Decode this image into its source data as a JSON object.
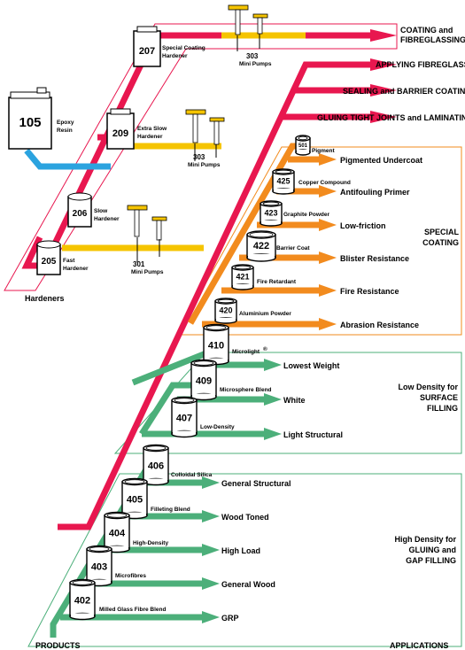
{
  "colors": {
    "red": "#e8174f",
    "yellow": "#f5c400",
    "blue": "#2ba3df",
    "orange": "#f28b1e",
    "green": "#4caf7a"
  },
  "footer": {
    "products": "PRODUCTS",
    "applications": "APPLICATIONS"
  },
  "hardeners_label": "Hardeners",
  "resin": {
    "num": "105",
    "name_line1": "Epoxy",
    "name_line2": "Resin"
  },
  "hardeners": [
    {
      "num": "207",
      "line1": "Special Coating",
      "line2": "Hardener"
    },
    {
      "num": "209",
      "line1": "Extra Slow",
      "line2": "Hardener"
    },
    {
      "num": "206",
      "line1": "Slow",
      "line2": "Hardener"
    },
    {
      "num": "205",
      "line1": "Fast",
      "line2": "Hardener"
    }
  ],
  "pumps": [
    {
      "num": "303",
      "label": "Mini Pumps"
    },
    {
      "num": "303",
      "label": "Mini Pumps"
    },
    {
      "num": "301",
      "label": "Mini Pumps"
    }
  ],
  "red_applications": [
    {
      "line1": "COATING and",
      "line2": "FIBREGLASSING"
    },
    {
      "line1": "APPLYING FIBREGLASS",
      "line2": ""
    },
    {
      "line1": "SEALING and BARRIER COATING",
      "line2": ""
    },
    {
      "line1": "GLUING TIGHT JOINTS and LAMINATING",
      "line2": ""
    }
  ],
  "special": {
    "group_line1": "SPECIAL",
    "group_line2": "COATING",
    "items": [
      {
        "num": "501",
        "product": "Pigment",
        "application": "Pigmented Undercoat"
      },
      {
        "num": "425",
        "product": "Copper Compound",
        "application": "Antifouling Primer"
      },
      {
        "num": "423",
        "product": "Graphite Powder",
        "application": "Low-friction"
      },
      {
        "num": "422",
        "product": "Barrier Coat",
        "application": "Blister Resistance"
      },
      {
        "num": "421",
        "product": "Fire Retardant",
        "application": "Fire Resistance"
      },
      {
        "num": "420",
        "product": "Aluminium Powder",
        "application": "Abrasion Resistance"
      }
    ]
  },
  "low_density": {
    "group_line1": "Low Density for",
    "group_line2": "SURFACE",
    "group_line3": "FILLING",
    "items": [
      {
        "num": "410",
        "product": "Microlight",
        "mark": "®",
        "application": "Lowest Weight"
      },
      {
        "num": "409",
        "product": "Microsphere Blend",
        "mark": "",
        "application": "White"
      },
      {
        "num": "407",
        "product": "Low-Density",
        "mark": "",
        "application": "Light Structural"
      }
    ]
  },
  "high_density": {
    "group_line1": "High Density for",
    "group_line2": "GLUING and",
    "group_line3": "GAP FILLING",
    "items": [
      {
        "num": "406",
        "product": "Colloidal Silica",
        "application": "General Structural"
      },
      {
        "num": "405",
        "product": "Filleting Blend",
        "application": "Wood Toned"
      },
      {
        "num": "404",
        "product": "High-Density",
        "application": "High Load"
      },
      {
        "num": "403",
        "product": "Microfibres",
        "application": "General Wood"
      },
      {
        "num": "402",
        "product": "Milled Glass Fibre Blend",
        "application": "GRP"
      }
    ]
  }
}
